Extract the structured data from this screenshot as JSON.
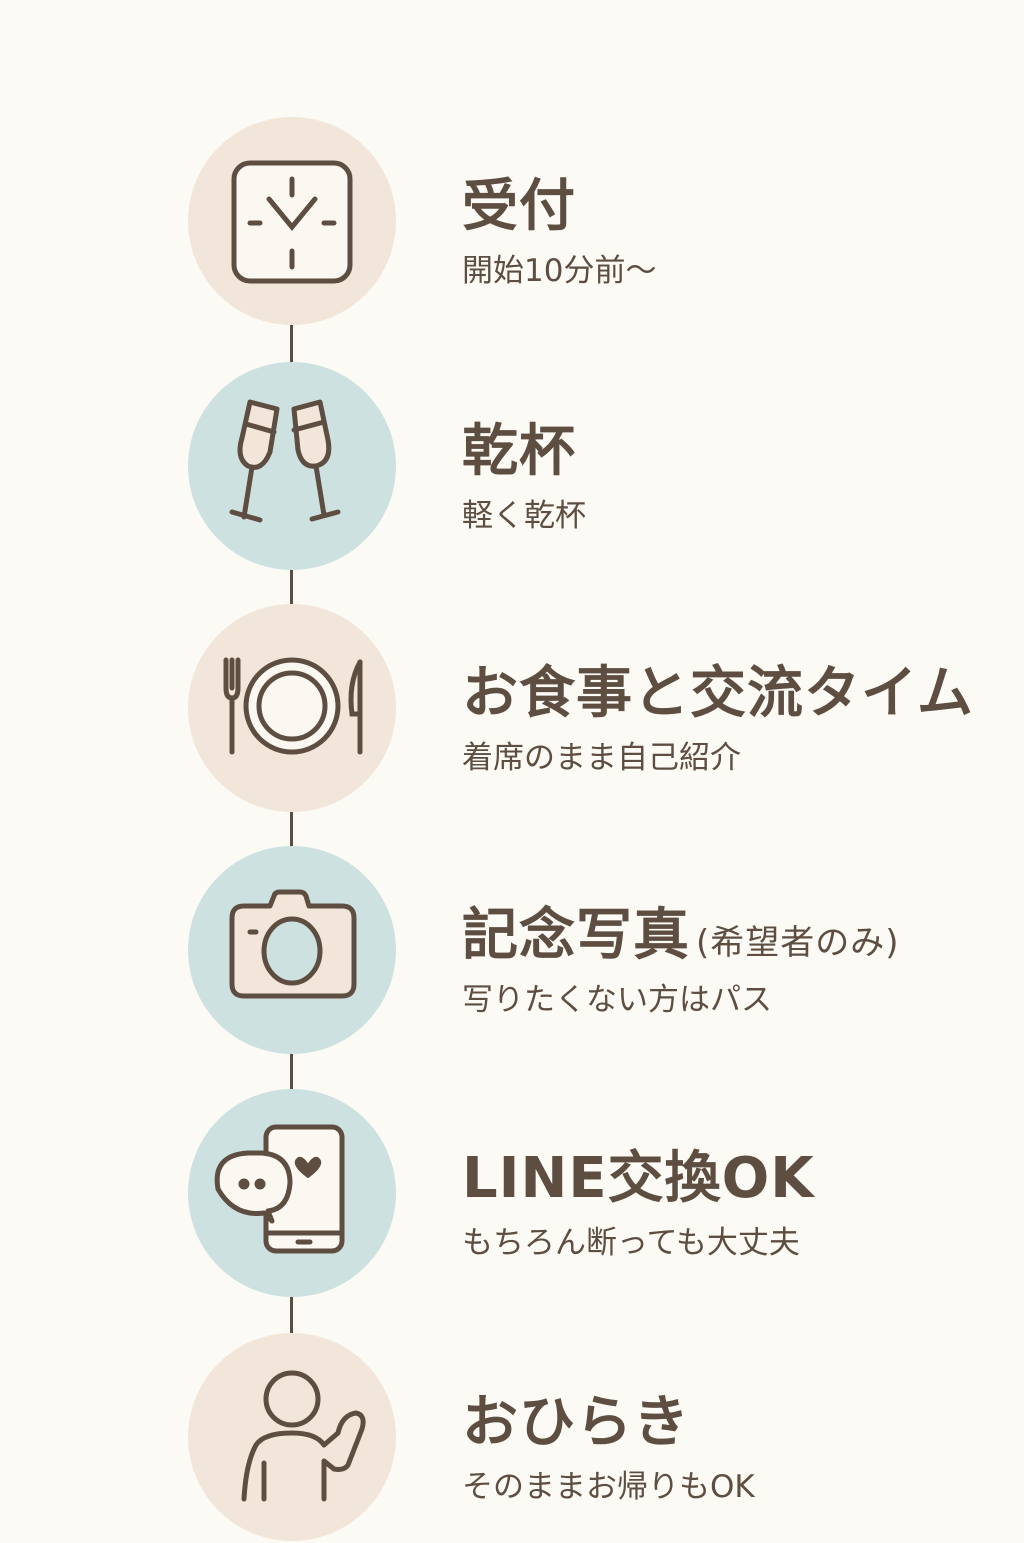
{
  "colors": {
    "background": "#fcfaf4",
    "beige": "#f2e6da",
    "blue": "#cde2e0",
    "brown": "#5e4e42"
  },
  "steps": [
    {
      "icon": "clock-icon",
      "title": "受付",
      "subtitle": "開始10分前〜"
    },
    {
      "icon": "champagne-glasses-icon",
      "title": "乾杯",
      "subtitle": "軽く乾杯"
    },
    {
      "icon": "plate-cutlery-icon",
      "title": "お食事と交流タイム",
      "subtitle": "着席のまま自己紹介"
    },
    {
      "icon": "camera-icon",
      "title": "記念写真",
      "note": "(希望者のみ)",
      "subtitle": "写りたくない方はパス"
    },
    {
      "icon": "phone-chat-icon",
      "title": "LINE交換OK",
      "subtitle": "もちろん断っても大丈夫"
    },
    {
      "icon": "waving-person-icon",
      "title": "おひらき",
      "subtitle": "そのままお帰りもOK"
    }
  ]
}
